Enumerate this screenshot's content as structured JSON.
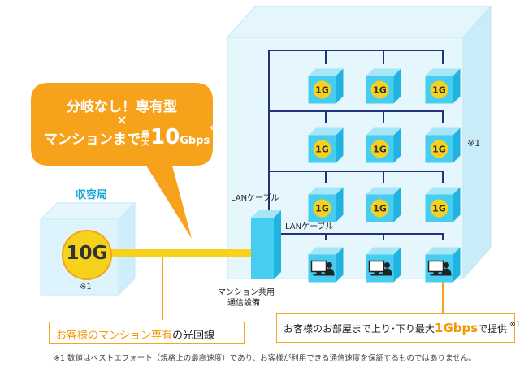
{
  "bubble": {
    "line1": "分岐なし！専有型",
    "cross": "×",
    "line2_prefix": "マンションまで",
    "line2_small": "最大",
    "line2_big": "10",
    "line2_unit": "Gbps",
    "line2_note": "※1"
  },
  "station": {
    "label": "収容局",
    "speed": "10G",
    "note": "※1"
  },
  "building": {
    "note": "※1",
    "unit_speed": "1G",
    "lan_cable_1": "LANケーブル",
    "lan_cable_2": "LANケーブル",
    "equipment_line1": "マンション共用",
    "equipment_line2": "通信設備"
  },
  "fiber_box": {
    "highlight": "お客様のマンション専有",
    "rest": "の光回線"
  },
  "speed_box": {
    "prefix": "お客様のお部屋まで上り･下り最大",
    "speed": "1Gbps",
    "suffix": "で提供",
    "note": "※1"
  },
  "footnote": "※1 数値はベストエフォート（規格上の最高速度）であり、お客様が利用できる通信速度を保証するものではありません。",
  "colors": {
    "orange": "#f7a21b",
    "yellow": "#f7d21c",
    "cube_front": "#47cdf0",
    "cube_top": "#a6e6f8",
    "cube_side": "#21b3df",
    "glass": "#cfeefb",
    "line": "#23327a"
  }
}
